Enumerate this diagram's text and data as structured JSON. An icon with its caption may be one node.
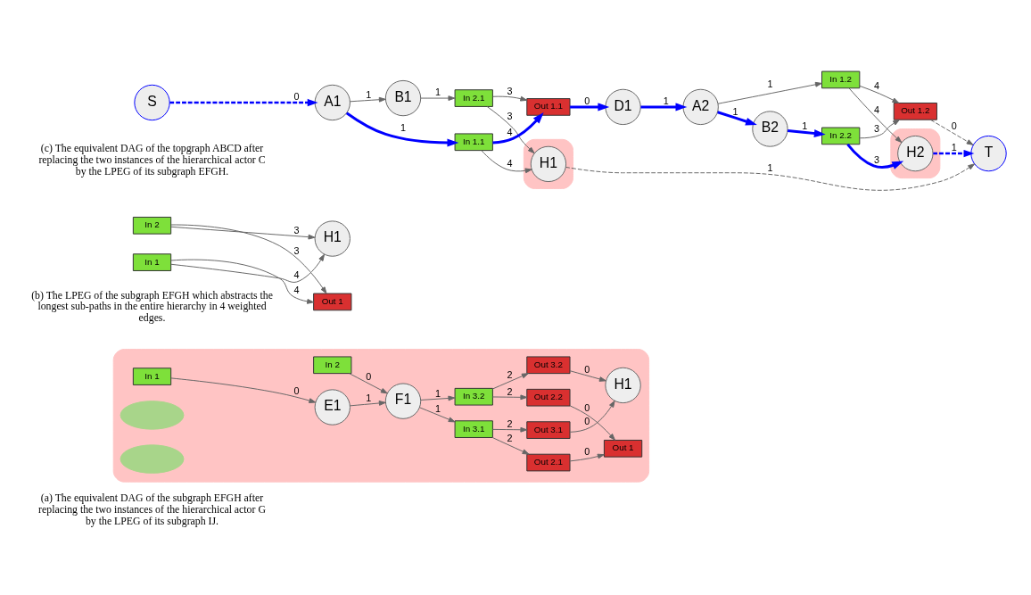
{
  "diagram": {
    "nodes": [
      {
        "text": [],
        "shape": "box"
      },
      {
        "text": [
          "In 2"
        ],
        "in": 0
      },
      {
        "text": [
          "In 1"
        ],
        "in": 0
      },
      {
        "text": [
          "F1"
        ],
        "in": 0
      },
      {
        "text": [
          "E1"
        ],
        "in": 0
      },
      {
        "text": [],
        "shape": "ellipse",
        "in": 0
      },
      {
        "text": [
          "In 3.1"
        ],
        "in": 0
      },
      {
        "text": [
          "Out 2.1"
        ],
        "in": 0
      },
      {
        "text": [
          "Out 3.1"
        ],
        "in": 0
      },
      {
        "text": [],
        "shape": "ellipse",
        "in": 0
      },
      {
        "text": [
          "In 3.2"
        ],
        "in": 0
      },
      {
        "text": [
          "Out 2.2"
        ],
        "in": 0
      },
      {
        "text": [
          "Out 3.2"
        ],
        "in": 0
      },
      {
        "text": [
          "Out 1"
        ],
        "in": 0
      },
      {
        "text": [
          "H1"
        ],
        "in": 0
      },
      {
        "text": [
          "In 2"
        ]
      },
      {
        "text": [
          "In 1"
        ]
      },
      {
        "text": [
          "Out 1"
        ]
      },
      {
        "text": [
          "H1"
        ]
      },
      {
        "text": [
          "B2"
        ]
      },
      {
        "text": [
          "A2"
        ]
      },
      {
        "text": [
          "D1"
        ]
      },
      {
        "text": [],
        "shape": "box"
      },
      {
        "text": [
          "In 1.2"
        ]
      },
      {
        "text": [
          "In 2.2"
        ]
      },
      {
        "text": [
          "H2"
        ],
        "in": 22
      },
      {
        "text": [
          "Out 1.2"
        ]
      },
      {
        "text": [],
        "shape": "box"
      },
      {
        "text": [
          "Out 1.1"
        ]
      },
      {
        "text": [
          "H1"
        ],
        "in": 27
      },
      {
        "text": [
          "T"
        ]
      },
      {
        "text": [
          "In 2.1"
        ]
      },
      {
        "text": [
          "In 1.1"
        ]
      },
      {
        "text": [
          "A1"
        ]
      },
      {
        "text": [
          "B1"
        ]
      },
      {
        "text": [
          "S"
        ]
      }
    ],
    "edges": [
      {
        "from": 1,
        "to": 3,
        "arrow": "to",
        "label": "0"
      },
      {
        "from": 2,
        "to": 4,
        "arrow": "to",
        "label": "0"
      },
      {
        "from": 4,
        "to": 3,
        "arrow": "to",
        "label": "1"
      },
      {
        "from": 3,
        "to": 6,
        "arrow": "to",
        "label": "1"
      },
      {
        "from": 3,
        "to": 10,
        "arrow": "to",
        "label": "1"
      },
      {
        "from": 6,
        "to": 7,
        "arrow": "to",
        "label": "2"
      },
      {
        "from": 6,
        "to": 8,
        "arrow": "to",
        "label": "2"
      },
      {
        "from": 10,
        "to": 11,
        "arrow": "to",
        "label": "2"
      },
      {
        "from": 10,
        "to": 12,
        "arrow": "to",
        "label": "2"
      },
      {
        "from": 7,
        "to": 13,
        "arrow": "to",
        "label": "0"
      },
      {
        "from": 11,
        "to": 13,
        "arrow": "to",
        "label": "0"
      },
      {
        "from": 8,
        "to": 14,
        "arrow": "to",
        "label": "0"
      },
      {
        "from": 12,
        "to": 14,
        "arrow": "to",
        "label": "0"
      },
      {
        "from": 15,
        "to": 17,
        "arrow": "to",
        "label": "3"
      },
      {
        "from": 15,
        "to": 18,
        "arrow": "to",
        "label": "3"
      },
      {
        "from": 16,
        "to": 17,
        "arrow": "to",
        "label": "4"
      },
      {
        "from": 16,
        "to": 18,
        "arrow": "to",
        "label": "4"
      },
      {
        "from": 28,
        "to": 21,
        "arrow": "to",
        "label": "0",
        "style": "thick",
        "color": "#0000ff"
      },
      {
        "from": 21,
        "to": 20,
        "arrow": "to",
        "label": "1",
        "style": "thick",
        "color": "#0000ff"
      },
      {
        "from": 20,
        "to": 19,
        "arrow": "to",
        "label": "1",
        "style": "thick",
        "color": "#0000ff"
      },
      {
        "from": 20,
        "to": 23,
        "arrow": "to",
        "label": "1"
      },
      {
        "from": 19,
        "to": 24,
        "arrow": "to",
        "label": "1",
        "style": "thick",
        "color": "#0000ff"
      },
      {
        "from": 23,
        "to": 25,
        "arrow": "to",
        "label": "4"
      },
      {
        "from": 23,
        "to": 26,
        "arrow": "to",
        "label": "4"
      },
      {
        "from": 24,
        "to": 25,
        "arrow": "to",
        "label": "3",
        "style": "thick",
        "color": "#0000ff"
      },
      {
        "from": 24,
        "to": 26,
        "arrow": "to",
        "label": "3"
      },
      {
        "from": 25,
        "to": 30,
        "arrow": "to",
        "label": "1",
        "style": "dashed",
        "color": "#0000ff"
      },
      {
        "from": 29,
        "to": 30,
        "arrow": "to",
        "label": "1",
        "style": "dashed"
      },
      {
        "from": 26,
        "to": 30,
        "arrow": "to",
        "label": "0",
        "style": "dashed"
      },
      {
        "from": 31,
        "to": 28,
        "arrow": "to",
        "label": "3"
      },
      {
        "from": 31,
        "to": 29,
        "arrow": "to",
        "label": "3"
      },
      {
        "from": 32,
        "to": 28,
        "arrow": "to",
        "label": "4",
        "style": "thick",
        "color": "#0000ff"
      },
      {
        "from": 32,
        "to": 29,
        "arrow": "to",
        "label": "4"
      },
      {
        "from": 34,
        "to": 31,
        "arrow": "to",
        "label": "1"
      },
      {
        "from": 33,
        "to": 32,
        "arrow": "to",
        "label": "1",
        "style": "thick",
        "color": "#0000ff"
      },
      {
        "from": 33,
        "to": 34,
        "arrow": "to",
        "label": "1"
      },
      {
        "from": 35,
        "to": 33,
        "arrow": "to",
        "label": "0",
        "style": "dashed",
        "color": "#0000ff"
      }
    ],
    "labels": [
      "(a) The equivalent DAG of the subgraph EFGH after replacing the two instances of the hierarchical actor G by the LPEG of its subgraph IJ.",
      "(b) The LPEG of the subgraph EFGH which abstracts the longest sub-paths in the entire hierarchy in 4 weighted edges.",
      "(c) The equivalent DAG of the topgraph ABCD after replacing the two instances of the hierarchical actor C by the LPEG of its subgraph EFGH."
    ]
  }
}
